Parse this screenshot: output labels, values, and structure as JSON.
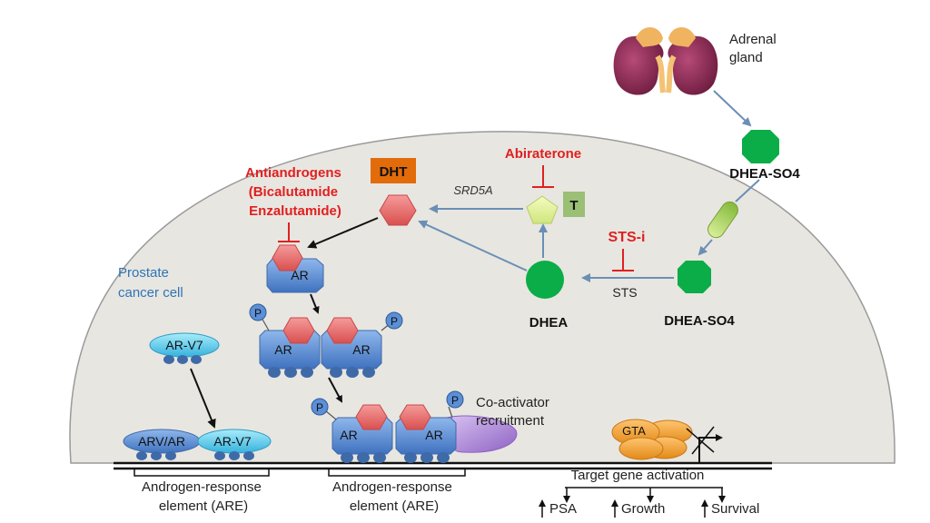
{
  "labels": {
    "adrenal_gland": [
      "Adrenal",
      "gland"
    ],
    "dhea_so4_top": "DHEA-SO4",
    "dhea_so4_mid": "DHEA-SO4",
    "dhea": "DHEA",
    "sts": "STS",
    "sts_inhibitor": "STS-i",
    "abiraterone": "Abiraterone",
    "testosterone": "T",
    "srd5a": "SRD5A",
    "dht": "DHT",
    "antiandrogens": [
      "Antiandrogens",
      "(Bicalutamide",
      "Enzalutamide)"
    ],
    "prostate_cell": [
      "Prostate",
      "cancer cell"
    ],
    "ar": "AR",
    "phospho": "P",
    "ar_v7": "AR-V7",
    "arv_ar": "ARV/AR",
    "coactivator": [
      "Co-activator",
      "recruitment"
    ],
    "gta": "GTA",
    "target_gene": "Target gene activation",
    "psa": "PSA",
    "growth": "Growth",
    "survival": "Survival",
    "are_left": [
      "Androgen-response",
      "element (ARE)"
    ],
    "are_mid": [
      "Androgen-response",
      "element (ARE)"
    ]
  },
  "colors": {
    "cell_fill": "#e8e6e1",
    "hexagon_red": "#e76f6f",
    "ar_blue": "#5b8fd6",
    "dhea_green": "#0aad47",
    "inhibitor_red": "#e02020",
    "dht_orange": "#e26b0a",
    "t_green": "#9bbf74",
    "arrow_blue": "#6a8fb5",
    "arv7_cyan": "#5cc8e8",
    "gta_orange": "#f0a030",
    "coactivator_purple": "#a77fd0",
    "cell_label_blue": "#2e75b6"
  }
}
